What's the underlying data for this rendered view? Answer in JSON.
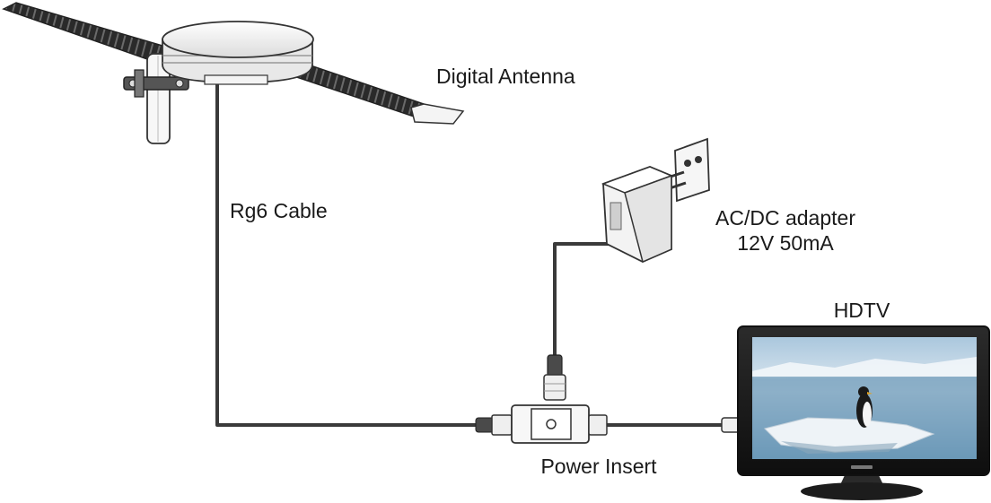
{
  "labels": {
    "antenna": "Digital Antenna",
    "cable": "Rg6 Cable",
    "adapter_line1": "AC/DC adapter",
    "adapter_line2": "12V 50mA",
    "tv": "HDTV",
    "insert": "Power Insert"
  },
  "colors": {
    "cable": "#3a3a3a",
    "device_outline": "#333333",
    "device_fill": "#f2f2f2",
    "sky": "#c9dcea",
    "water": "#5f8fb0",
    "ice": "#eef3f7"
  }
}
